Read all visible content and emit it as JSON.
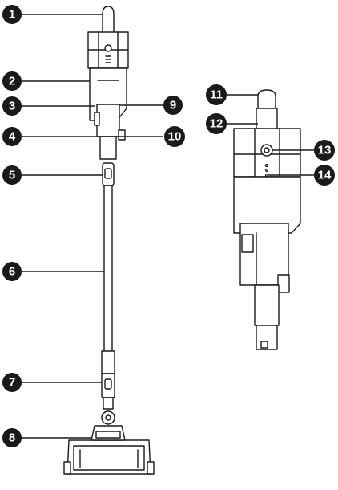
{
  "callouts": {
    "c1": "1",
    "c2": "2",
    "c3": "3",
    "c4": "4",
    "c5": "5",
    "c6": "6",
    "c7": "7",
    "c8": "8",
    "c9": "9",
    "c10": "10",
    "c11": "11",
    "c12": "12",
    "c13": "13",
    "c14": "14"
  },
  "colors": {
    "ink": "#1a1a1a",
    "fill": "#ffffff",
    "badge": "#1a1a1a",
    "badge_text": "#ffffff"
  }
}
